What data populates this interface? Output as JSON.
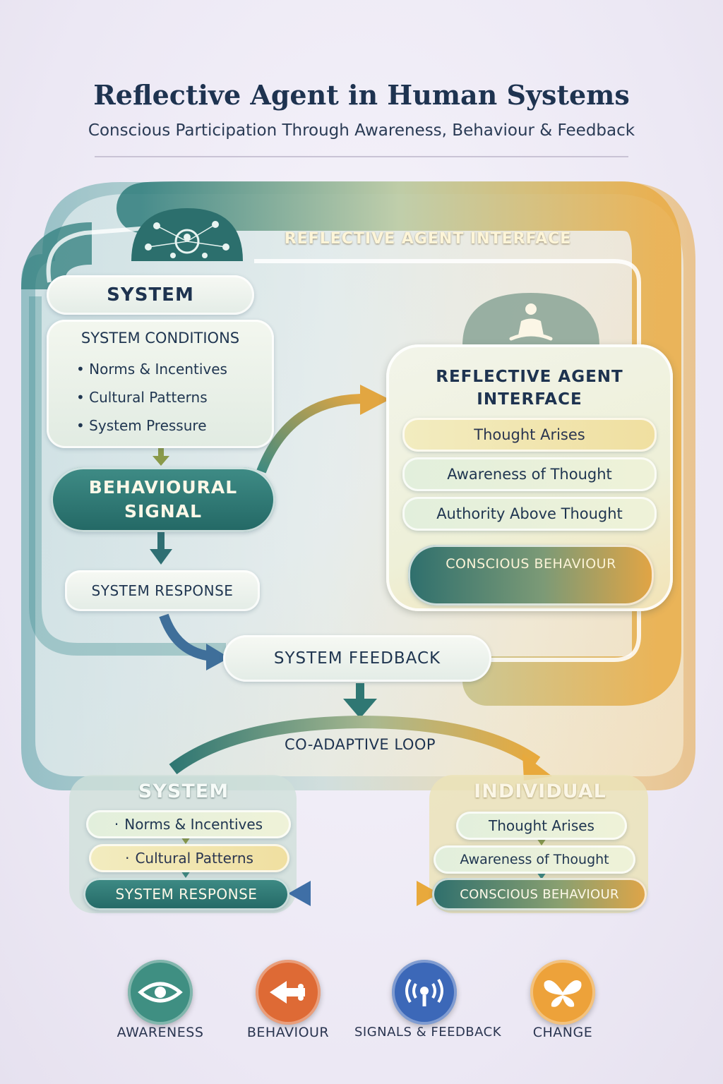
{
  "header": {
    "title": "Reflective Agent in Human Systems",
    "subtitle": "Conscious Participation Through Awareness, Behaviour & Feedback"
  },
  "top_loop": {
    "arc_label": "REFLECTIVE AGENT INTERFACE",
    "system_label": "SYSTEM",
    "conditions": {
      "title": "SYSTEM CONDITIONS",
      "items": [
        "Norms & Incentives",
        "Cultural Patterns",
        "System Pressure"
      ]
    },
    "behavioural_signal": [
      "BEHAVIOURAL",
      "SIGNAL"
    ],
    "system_response": "SYSTEM RESPONSE",
    "system_feedback": "SYSTEM FEEDBACK"
  },
  "reflective_agent": {
    "title_line1": "REFLECTIVE AGENT",
    "title_line2": "INTERFACE",
    "steps": [
      "Thought Arises",
      "Awareness of Thought",
      "Authority Above Thought"
    ],
    "outcome": "CONSCIOUS BEHAVIOUR"
  },
  "co_adaptive": {
    "label": "CO-ADAPTIVE LOOP",
    "system": {
      "title": "SYSTEM",
      "items": [
        "Norms & Incentives",
        "Cultural Patterns"
      ],
      "bullet": "·",
      "response": "SYSTEM RESPONSE"
    },
    "individual": {
      "title": "INDIVIDUAL",
      "items": [
        "Thought Arises",
        "Awareness of Thought"
      ],
      "behaviour": "CONSCIOUS BEHAVIOUR"
    }
  },
  "legend": [
    {
      "label": "AWARENESS",
      "icon": "eye-icon",
      "color": "#3f8f82"
    },
    {
      "label": "BEHAVIOUR",
      "icon": "arrow-left-icon",
      "color": "#de6a35"
    },
    {
      "label": "SIGNALS & FEEDBACK",
      "icon": "broadcast-icon",
      "color": "#3c68b8"
    },
    {
      "label": "CHANGE",
      "icon": "butterfly-icon",
      "color": "#eda23a"
    }
  ],
  "colors": {
    "teal": "#2f7773",
    "gold": "#e8a93c",
    "navy": "#1e3350",
    "blue": "#3f6fa6"
  }
}
